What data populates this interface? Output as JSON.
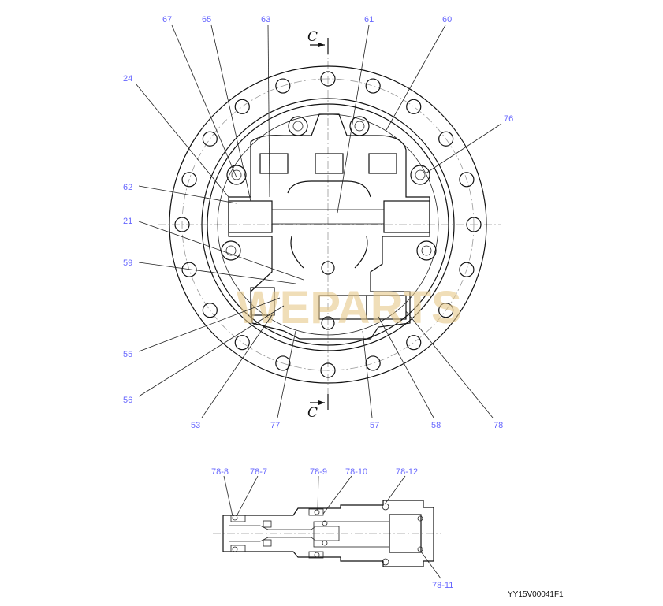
{
  "section_marks": {
    "top": "C",
    "bottom": "C"
  },
  "watermark": "WEPARTS",
  "drawing_id": "YY15V00041F1",
  "colors": {
    "label": "#6666ff",
    "line": "#111111"
  },
  "main_labels": {
    "p67": "67",
    "p65": "65",
    "p63": "63",
    "p61": "61",
    "p60": "60",
    "p76": "76",
    "p24": "24",
    "p62": "62",
    "p21": "21",
    "p59": "59",
    "p55": "55",
    "p56": "56",
    "p53": "53",
    "p77": "77",
    "p57": "57",
    "p58": "58",
    "p78": "78"
  },
  "detail_labels": {
    "p78_8": "78-8",
    "p78_7": "78-7",
    "p78_9": "78-9",
    "p78_10": "78-10",
    "p78_12": "78-12",
    "p78_11": "78-11"
  }
}
